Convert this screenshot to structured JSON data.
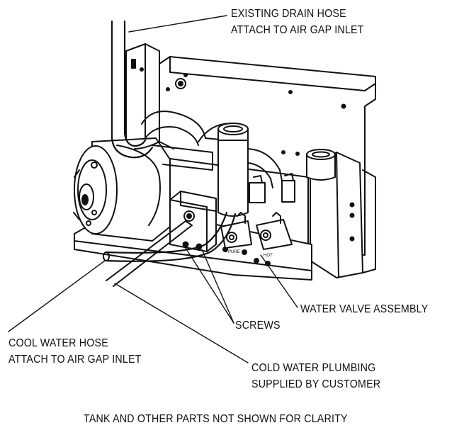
{
  "callouts": {
    "drain_hose": {
      "line1": "EXISTING DRAIN HOSE",
      "line2": "ATTACH TO AIR GAP INLET"
    },
    "water_valve": {
      "label": "WATER VALVE ASSEMBLY"
    },
    "screws": {
      "label": "SCREWS"
    },
    "cool_water_hose": {
      "line1": "COOL WATER HOSE",
      "line2": "ATTACH TO AIR GAP INLET"
    },
    "cold_water_plumbing": {
      "line1": "COLD WATER PLUMBING",
      "line2": "SUPPLIED BY CUSTOMER"
    }
  },
  "valve_stamps": {
    "pure": "PURE",
    "hot": "HOT"
  },
  "caption": "TANK AND OTHER PARTS NOT SHOWN FOR CLARITY",
  "colors": {
    "ink": "#111111",
    "paper": "#ffffff"
  }
}
